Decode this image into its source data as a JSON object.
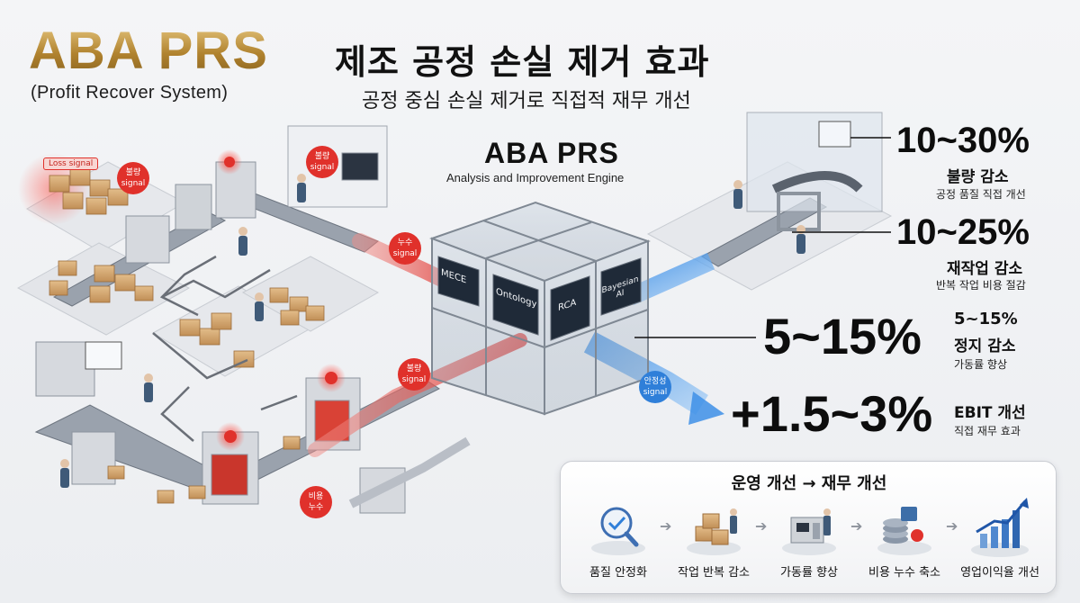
{
  "header": {
    "brand": "ABA PRS",
    "brand_sub": "(Profit Recover System)",
    "title": "제조 공정 손실 제거 효과",
    "subtitle": "공정 중심 손실 제거로 직접적 재무 개선"
  },
  "engine": {
    "title": "ABA PRS",
    "subtitle": "Analysis and Improvement Engine",
    "modules": [
      "MECE",
      "Ontology",
      "RCA",
      "Bayesian AI"
    ]
  },
  "signals": {
    "loss": "Loss signal",
    "defect_1": "불량",
    "defect_2": "signal",
    "leak_1": "누수",
    "leak_2": "signal",
    "defect_b_1": "불량",
    "defect_b_2": "signal",
    "cost_1": "비용",
    "cost_2": "누수",
    "stability_1": "안정성",
    "stability_2": "signal"
  },
  "metrics": [
    {
      "value": "10~30%",
      "label": "불량 감소",
      "desc": "공정 품질 직접 개선"
    },
    {
      "value": "10~25%",
      "label": "재작업 감소",
      "desc": "반복 작업 비용 절감"
    },
    {
      "value": "5~15%",
      "small_value": "5~15%",
      "label": "정지 감소",
      "desc": "가동률 향상"
    },
    {
      "value": "+1.5~3%",
      "label": "EBIT 개선",
      "desc": "직접 재무 효과"
    }
  ],
  "panel": {
    "title": "운영 개선 → 재무 개선",
    "steps": [
      {
        "label": "품질 안정화",
        "icon": "magnifier-check-icon"
      },
      {
        "label": "작업 반복 감소",
        "icon": "worker-boxes-icon"
      },
      {
        "label": "가동률 향상",
        "icon": "machine-icon"
      },
      {
        "label": "비용 누수 축소",
        "icon": "coin-stack-icon"
      },
      {
        "label": "영업이익율 개선",
        "icon": "growth-chart-icon"
      }
    ],
    "arrow": "➔"
  },
  "colors": {
    "loss_red": "#e0312b",
    "flow_blue": "#3d8fe6",
    "gold": "#b8903a"
  }
}
